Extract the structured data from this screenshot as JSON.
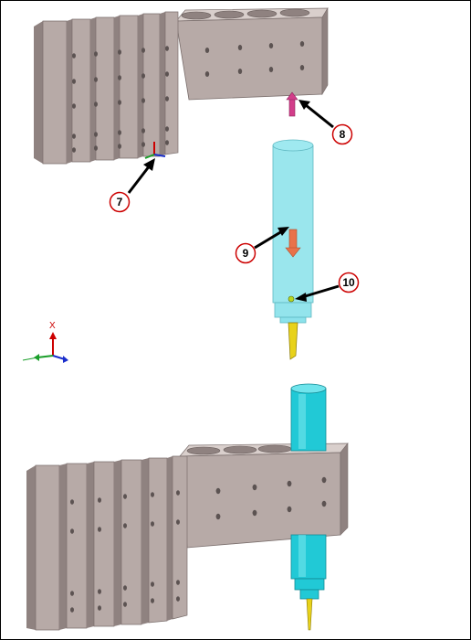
{
  "callouts": [
    {
      "id": "7",
      "label": "7"
    },
    {
      "id": "8",
      "label": "8"
    },
    {
      "id": "9",
      "label": "9"
    },
    {
      "id": "10",
      "label": "10"
    }
  ],
  "triad": {
    "x_label": "X"
  },
  "colors": {
    "block_front": "#b7aaa7",
    "block_top": "#d9cfcc",
    "block_side": "#8f8280",
    "hole": "#5c5352",
    "tool_cyan": "#6fdbe6",
    "tool_solid": "#21c9d6",
    "tool_yellow": "#e8d21a",
    "marker_red": "#cc0000",
    "arrow_pink": "#d23d8a",
    "arrow_orange": "#e8724a"
  }
}
